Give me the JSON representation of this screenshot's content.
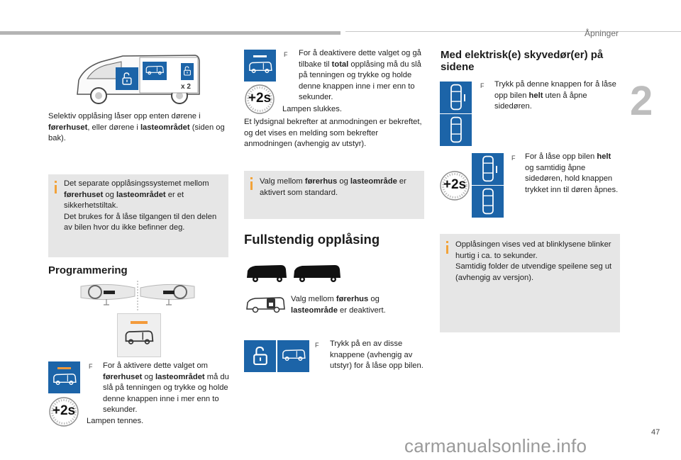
{
  "header": {
    "section_title": "Åpninger",
    "chapter_number": "2",
    "page_number": "47",
    "watermark": "carmanualsonline.info"
  },
  "left_column": {
    "van_badge": "x 2",
    "intro": {
      "p1": "Selektiv opplåsing låser opp enten dørene i ",
      "b1": "førerhuset",
      "p2": ", eller dørene i ",
      "b2": "lasteområdet",
      "p3": " (siden og bak)."
    },
    "info": {
      "p1": "Det separate opplåsingssystemet mellom ",
      "b1": "førerhuset",
      "p2": " og ",
      "b2": "lasteområdet",
      "p3": " er et sikkerhetstiltak.",
      "p4": "Det brukes for å låse tilgangen til den delen av bilen hvor du ikke befinner deg."
    },
    "programming_title": "Programmering",
    "activate": {
      "p1": "For å aktivere dette valget om ",
      "b1": "førerhuset",
      "p2": " og ",
      "b2": "lasteområdet",
      "p3": " må du slå på tenningen og trykke og holde denne knappen inne i mer enn to sekunder.",
      "after": "Lampen tennes."
    },
    "hold_label": "+2s"
  },
  "middle_column": {
    "deactivate": {
      "p1": "For å deaktivere dette valget og gå tilbake til ",
      "b1": "total",
      "p2": " opplåsing må du slå på tenningen og trykke og holde denne knappen inne i mer enn to sekunder.",
      "after": "Lampen slukkes."
    },
    "hold_label": "+2s",
    "confirm": "Et lydsignal bekrefter at anmodningen er bekreftet, og det vises en melding som bekrefter anmodningen (avhengig av utstyr).",
    "info": {
      "p1": "Valg mellom ",
      "b1": "førerhus",
      "p2": " og ",
      "b2": "lasteområde",
      "p3": " er aktivert som standard."
    },
    "full_title": "Fullstendig opplåsing",
    "deactivated": {
      "p1": "Valg mellom ",
      "b1": "førerhus",
      "p2": " og ",
      "b2": "lasteområde",
      "p3": " er deaktivert."
    },
    "press": "Trykk på en av disse knappene (avhengig av utstyr) for å låse opp bilen."
  },
  "right_column": {
    "title": "Med elektrisk(e) skyvedør(er) på sidene",
    "lock_only": {
      "p1": "Trykk på denne knappen for å låse opp bilen ",
      "b1": "helt",
      "p2": " uten å åpne sidedøren."
    },
    "lock_open": {
      "p1": "For å låse opp bilen ",
      "b1": "helt",
      "p2": " og samtidig åpne sidedøren, hold knappen trykket inn til døren åpnes."
    },
    "hold_label": "+2s",
    "info": {
      "p1": "Opplåsingen vises ved at blinklysene blinker hurtig i ca. to sekunder.",
      "p2": "Samtidig folder de utvendige speilene seg ut (avhengig av versjon)."
    }
  },
  "colors": {
    "accent_blue": "#1c64a8",
    "info_bar_orange": "#f2a33a",
    "info_bg": "#e6e6e6",
    "lamp_orange": "#f39a3a"
  }
}
